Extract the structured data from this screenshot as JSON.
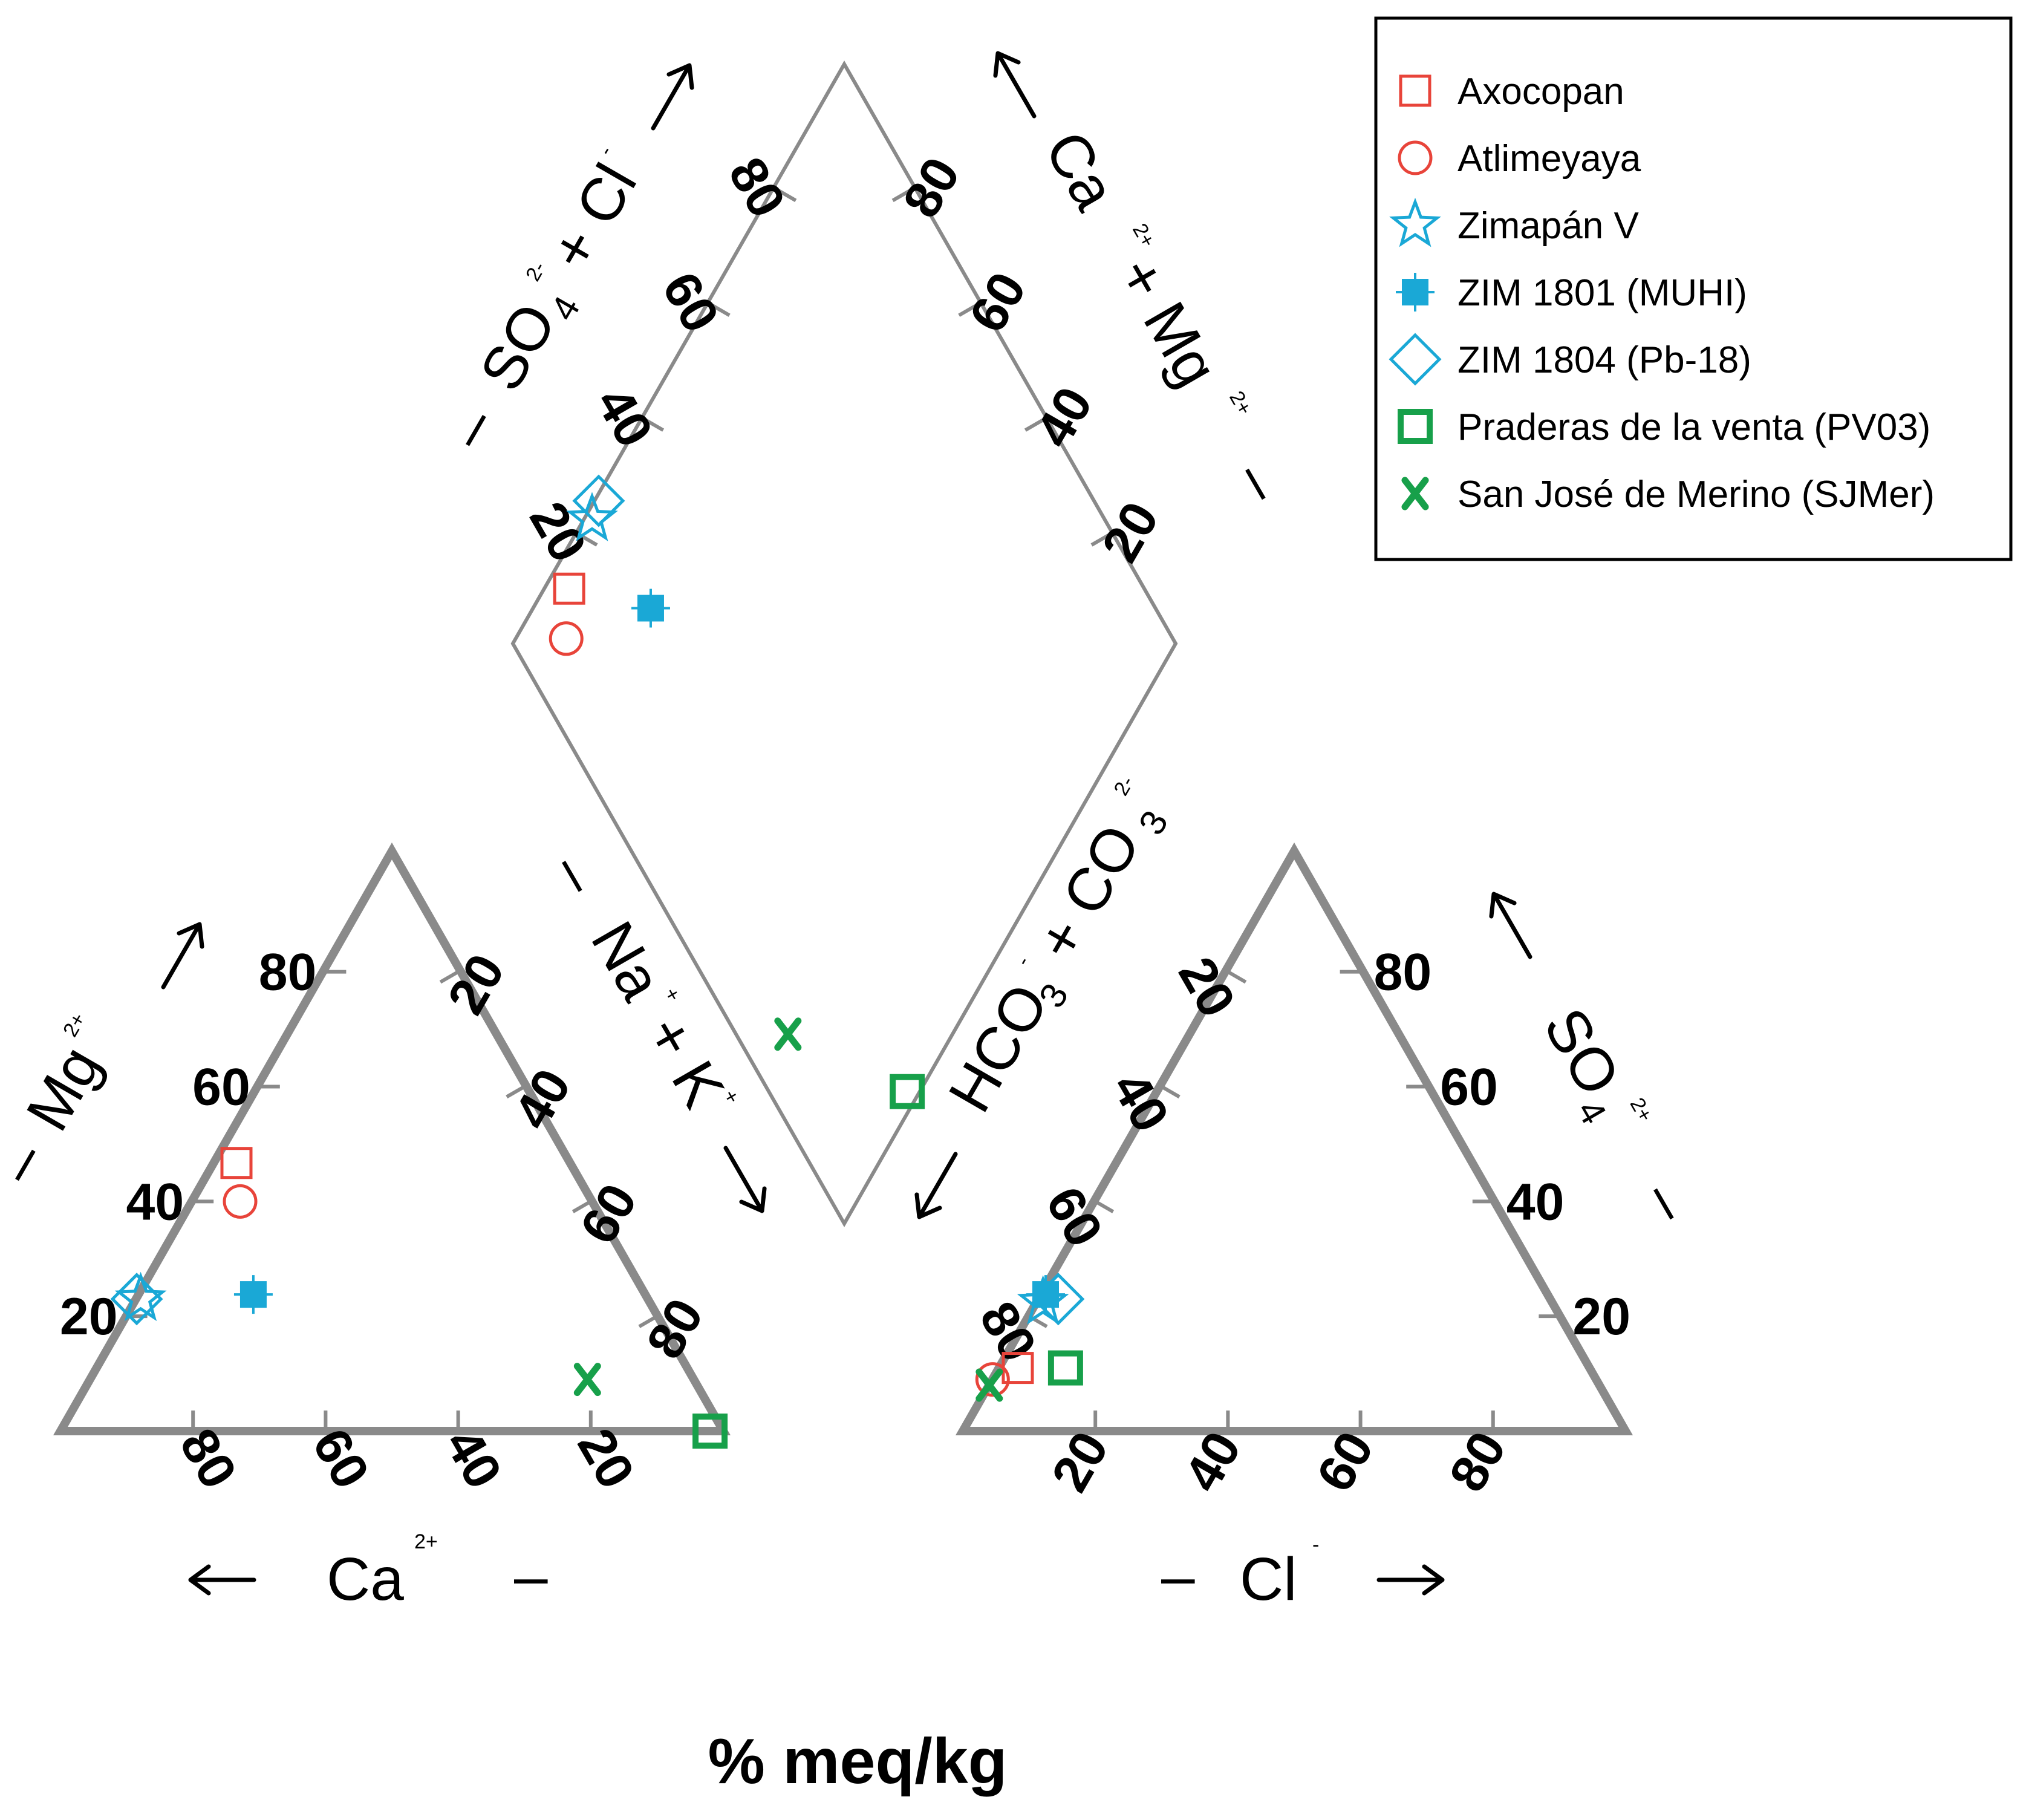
{
  "chart_data": {
    "type": "scatter",
    "subtype": "piper-diagram",
    "unit_label": "% meq/kg",
    "ticks": [
      20,
      40,
      60,
      80
    ],
    "axes": {
      "cation_mg": "Mg",
      "cation_mg_charge": "2+",
      "cation_ca": "Ca",
      "cation_ca_charge": "2+",
      "anion_so4": "SO",
      "anion_so4_sub": "4",
      "anion_so4_charge": "2+",
      "anion_cl": "Cl",
      "anion_cl_charge": "-",
      "diamond_top_left": "SO + Cl",
      "diamond_top_left_parts": [
        "SO",
        "4",
        "2-",
        "+ Cl",
        "-"
      ],
      "diamond_top_right_parts": [
        "Ca",
        "2+",
        "+ Mg",
        "2+"
      ],
      "diamond_bottom_left_parts": [
        "Na",
        "+",
        "+ K",
        "+"
      ],
      "diamond_bottom_right_parts": [
        "HCO",
        "3",
        "-",
        "+ CO",
        "3",
        "2-"
      ]
    },
    "legend_position": "top-right",
    "series": [
      {
        "name": "Axocopan",
        "marker": "square-open",
        "color": "#e8443a",
        "cations": {
          "Ca": 50.1,
          "Mg": 46.7,
          "NaK": 3.2
        },
        "anions": {
          "HCO3": 86.2,
          "SO4": 11.0,
          "Cl": 2.8
        },
        "diamond": {
          "SO4Cl": 13.8,
          "CaMg": 96.8
        }
      },
      {
        "name": "Atlimeyaya",
        "marker": "circle-open",
        "color": "#e8443a",
        "cations": {
          "Ca": 52.9,
          "Mg": 40.0,
          "NaK": 7.1
        },
        "anions": {
          "HCO3": 91.0,
          "SO4": 9.0,
          "Cl": 0.0
        },
        "diamond": {
          "SO4Cl": 9.0,
          "CaMg": 92.9
        }
      },
      {
        "name": "Zimapán V",
        "marker": "star-open",
        "color": "#1aa8d6",
        "cations": {
          "Ca": 76.4,
          "Mg": 23.0,
          "NaK": 0.6
        },
        "anions": {
          "HCO3": 76.7,
          "SO4": 22.4,
          "Cl": 0.9
        },
        "diamond": {
          "SO4Cl": 23.3,
          "CaMg": 99.4
        }
      },
      {
        "name": "ZIM 1801 (MUHI)",
        "marker": "square-filled",
        "color": "#1aa8d6",
        "cations": {
          "Ca": 59.0,
          "Mg": 23.8,
          "NaK": 17.2
        },
        "anions": {
          "HCO3": 75.6,
          "SO4": 23.8,
          "Cl": 0.6
        },
        "diamond": {
          "SO4Cl": 24.4,
          "CaMg": 82.8
        }
      },
      {
        "name": "ZIM 1804 (Pb-18)",
        "marker": "diamond-open",
        "color": "#1aa8d6",
        "cations": {
          "Ca": 77.0,
          "Mg": 23.0,
          "NaK": 0.0
        },
        "anions": {
          "HCO3": 74.1,
          "SO4": 23.0,
          "Cl": 2.9
        },
        "diamond": {
          "SO4Cl": 25.9,
          "CaMg": 100.0
        }
      },
      {
        "name": "Praderas de la venta (PV03)",
        "marker": "square-open-bold",
        "color": "#17a04a",
        "cations": {
          "Ca": 2.0,
          "Mg": 0.0,
          "NaK": 98.0
        },
        "anions": {
          "HCO3": 79.0,
          "SO4": 11.0,
          "Cl": 10.0
        },
        "diamond": {
          "SO4Cl": 21.0,
          "CaMg": 2.0
        }
      },
      {
        "name": "San José de Merino (SJMer)",
        "marker": "x-bold",
        "color": "#17a04a",
        "cations": {
          "Ca": 16.0,
          "Mg": 9.0,
          "NaK": 75.0
        },
        "anions": {
          "HCO3": 92.0,
          "SO4": 8.0,
          "Cl": 0.0
        },
        "diamond": {
          "SO4Cl": 8.0,
          "CaMg": 25.0
        }
      }
    ]
  }
}
